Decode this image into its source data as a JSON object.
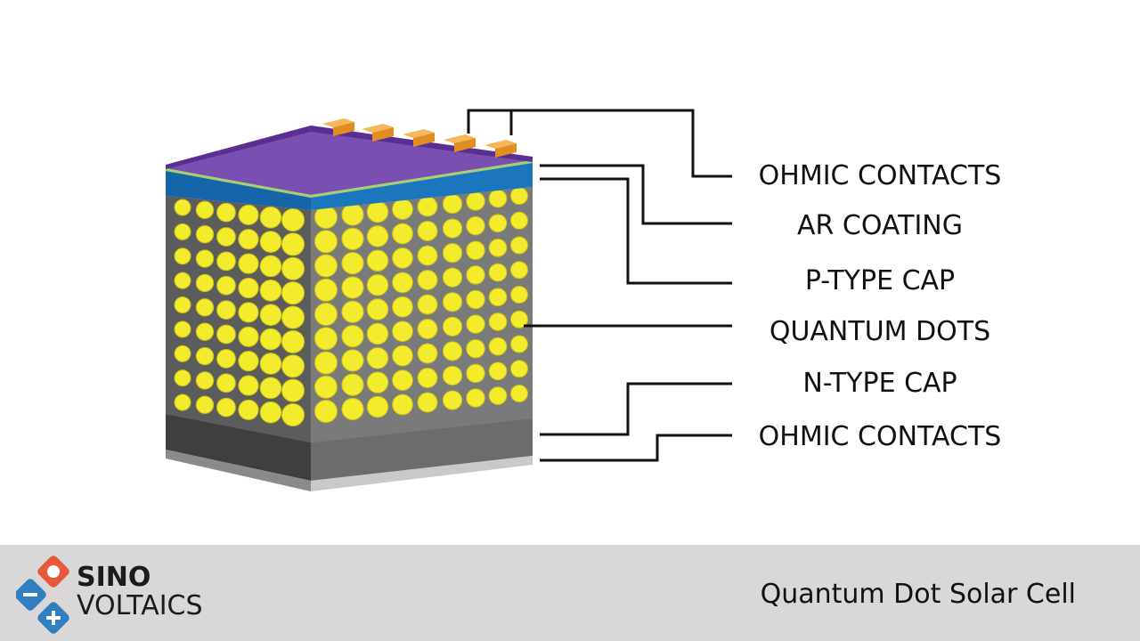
{
  "labels": [
    {
      "id": "ohmic-top",
      "text": "OHMIC CONTACTS"
    },
    {
      "id": "ar-coating",
      "text": "AR COATING"
    },
    {
      "id": "p-type",
      "text": "P-TYPE CAP"
    },
    {
      "id": "quantum-dots",
      "text": "QUANTUM DOTS"
    },
    {
      "id": "n-type",
      "text": "N-TYPE CAP"
    },
    {
      "id": "ohmic-bottom",
      "text": "OHMIC CONTACTS"
    }
  ],
  "footer": {
    "brand_line1": "SINO",
    "brand_line2": "VOLTAICS",
    "caption": "Quantum Dot Solar Cell"
  },
  "colors": {
    "dot": "#f3ec2c",
    "dot_edge": "#c9bf1a",
    "blue_layer": "#1b76bd",
    "purple_layer": "#6a3aa0",
    "contact": "#f2a33a",
    "grey_body": "#7a7a7a",
    "footer_bg": "#d9d7d7"
  }
}
